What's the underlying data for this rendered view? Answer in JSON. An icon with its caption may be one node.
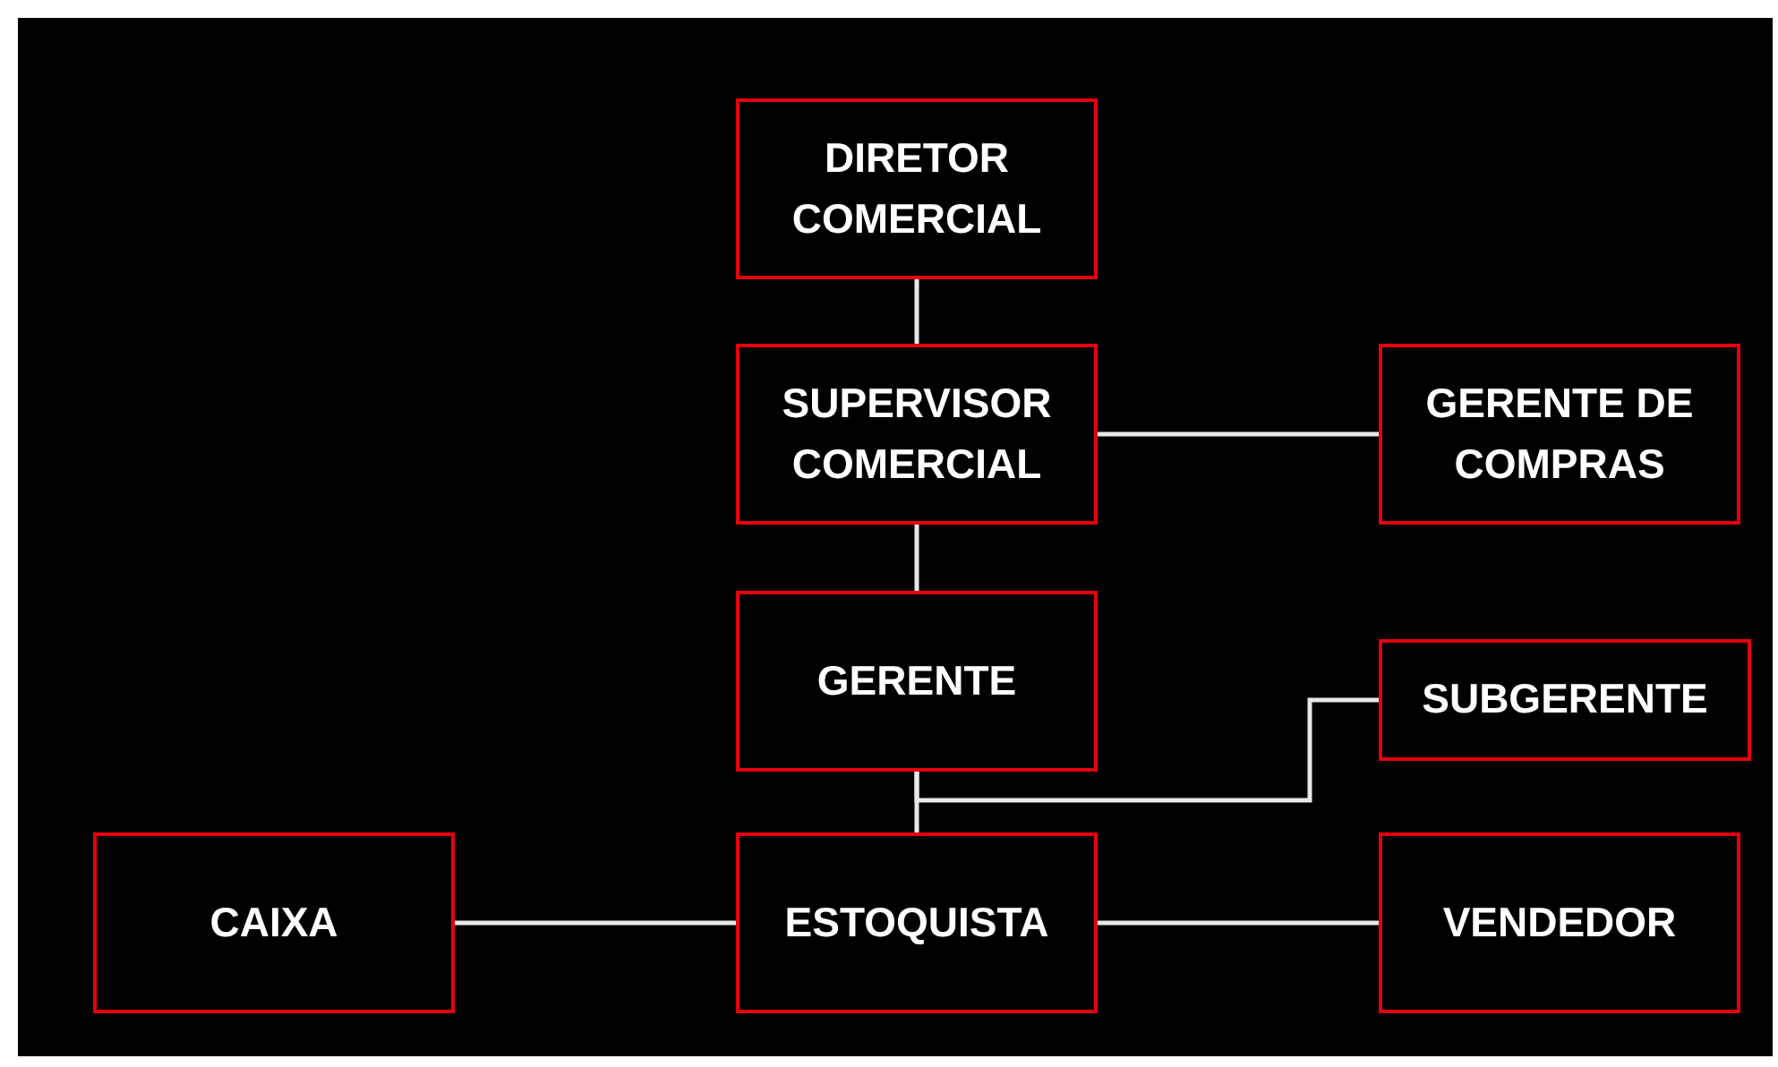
{
  "diagram": {
    "nodes": [
      {
        "text": [
          "DIRETOR COMERCIAL"
        ]
      },
      {
        "text": [
          "SUPERVISOR COMERCIAL"
        ]
      },
      {
        "text": [
          "GERENTE DE COMPRAS"
        ]
      },
      {
        "text": [
          "GERENTE"
        ]
      },
      {
        "text": [
          "SUBGERENTE"
        ]
      },
      {
        "text": [
          "CAIXA"
        ]
      },
      {
        "text": [
          "ESTOQUISTA"
        ]
      },
      {
        "text": [
          "VENDEDOR"
        ]
      }
    ],
    "edges": [
      {
        "from": 0,
        "to": 1,
        "arrow": "none"
      },
      {
        "from": 1,
        "to": 2,
        "arrow": "none"
      },
      {
        "from": 1,
        "to": 3,
        "arrow": "none"
      },
      {
        "from": 3,
        "to": 4,
        "arrow": "none"
      },
      {
        "from": 3,
        "to": 6,
        "arrow": "none"
      },
      {
        "from": 5,
        "to": 6,
        "arrow": "none"
      },
      {
        "from": 6,
        "to": 7,
        "arrow": "none"
      }
    ]
  }
}
